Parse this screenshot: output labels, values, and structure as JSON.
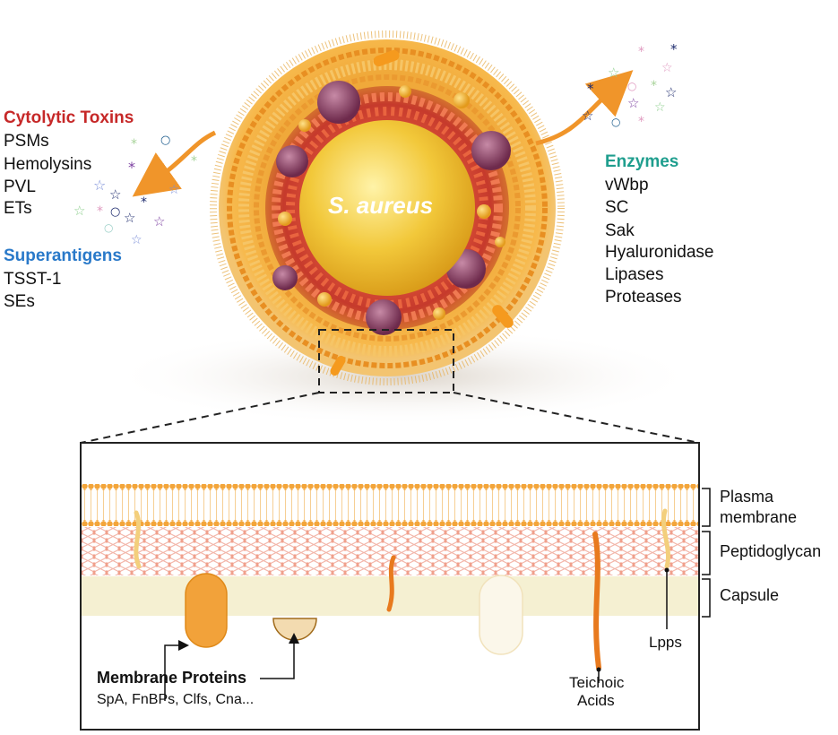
{
  "organism": "S. aureus",
  "left_groups": [
    {
      "title": "Cytolytic Toxins",
      "color": "#c62828",
      "items": [
        "PSMs",
        "Hemolysins",
        "PVL",
        "ETs"
      ]
    },
    {
      "title": "Superantigens",
      "color": "#2979c9",
      "items": [
        "TSST-1",
        "SEs"
      ]
    }
  ],
  "right_group": {
    "title": "Enzymes",
    "color": "#1f9e8e",
    "items": [
      "vWbp",
      "SC",
      "Sak",
      "Hyaluronidase",
      "Lipases",
      "Proteases"
    ]
  },
  "layers": {
    "plasma_line1": "Plasma",
    "plasma_line2": "membrane",
    "peptidoglycan": "Peptidoglycan",
    "capsule": "Capsule"
  },
  "callouts": {
    "membrane_proteins_title": "Membrane Proteins",
    "membrane_proteins_list": "SpA, FnBPs, Clfs, Cna...",
    "teichoic_line1": "Teichoic",
    "teichoic_line2": "Acids",
    "lpps": "Lpps"
  },
  "colors": {
    "toxin_red": "#c62828",
    "superantigen_blue": "#2979c9",
    "enzyme_teal": "#1f9e8e",
    "membrane_orange": "#f2a23a",
    "capsule_cream": "#f5f0d2",
    "arrow_orange": "#f0952a"
  },
  "icons": [
    "star-icon",
    "circle-icon",
    "asterisk-icon",
    "arrow-icon"
  ]
}
